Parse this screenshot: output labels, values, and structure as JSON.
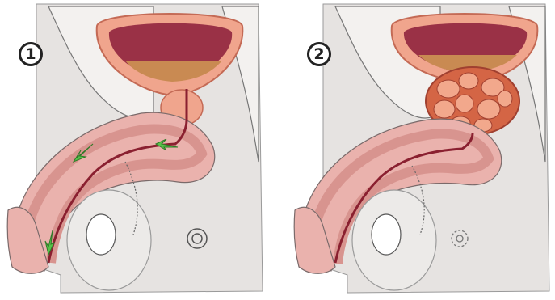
{
  "panels": [
    {
      "label": "1",
      "state": "normal prostate",
      "urethra_flow_color": "#58c24a"
    },
    {
      "label": "2",
      "state": "enlarged prostate",
      "prostate_color": "#d46545"
    }
  ],
  "colors": {
    "skin": "#e9e5e2",
    "tissue_pink": "#eab2ad",
    "bladder_outer": "#f0a58d",
    "bladder_inner": "#9a3146",
    "bladder_fluid": "#c98a52",
    "urethra": "#8a2030",
    "flow_arrow": "#58c24a",
    "outline": "#5a5a5a"
  }
}
